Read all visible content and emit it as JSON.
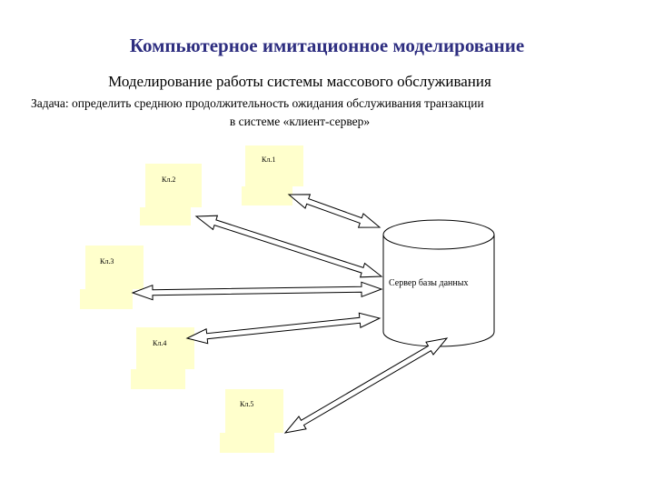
{
  "header": {
    "title": "Компьютерное имитационное моделирование",
    "subtitle": "Моделирование работы системы массового обслуживания",
    "task_line1": "Задача: определить среднюю продолжительность ожидания обслуживания транзакции",
    "task_line2": "в системе «клиент-сервер»"
  },
  "diagram": {
    "server_label": "Сервер базы данных",
    "clients": [
      {
        "id": "cl1",
        "label": "Кл.1"
      },
      {
        "id": "cl2",
        "label": "Кл.2"
      },
      {
        "id": "cl3",
        "label": "Кл.3"
      },
      {
        "id": "cl4",
        "label": "Кл.4"
      },
      {
        "id": "cl5",
        "label": "Кл.5"
      }
    ],
    "colors": {
      "client_fill": "#ffffcc",
      "title_color": "#2e2e80",
      "stroke": "#000000"
    }
  }
}
